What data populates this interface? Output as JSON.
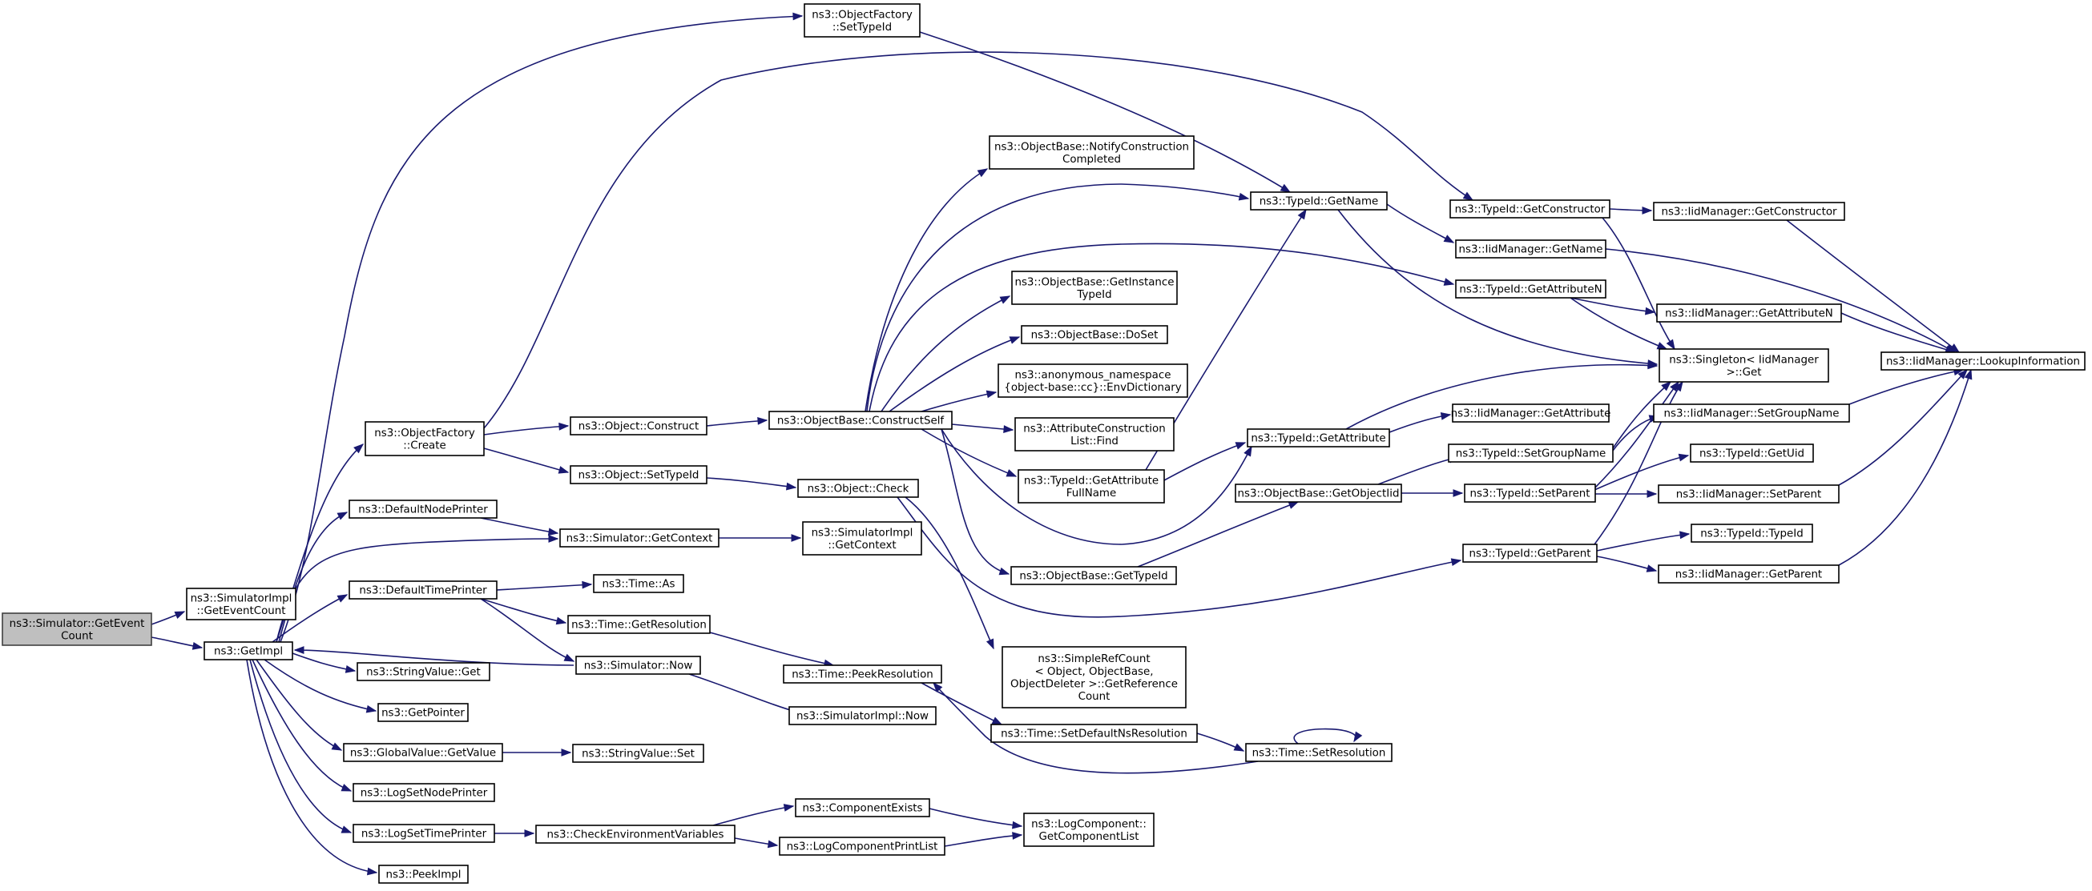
{
  "graph": {
    "nodes": [
      {
        "id": "getEventCount",
        "lines": [
          "ns3::Simulator::GetEvent",
          "Count"
        ]
      },
      {
        "id": "simImplGetEventCount",
        "lines": [
          "ns3::SimulatorImpl",
          "::GetEventCount"
        ]
      },
      {
        "id": "getImpl",
        "lines": [
          "ns3::GetImpl"
        ]
      },
      {
        "id": "objFactorySetTypeId",
        "lines": [
          "ns3::ObjectFactory",
          "::SetTypeId"
        ]
      },
      {
        "id": "objFactoryCreate",
        "lines": [
          "ns3::ObjectFactory",
          "::Create"
        ]
      },
      {
        "id": "defaultNodePrinter",
        "lines": [
          "ns3::DefaultNodePrinter"
        ]
      },
      {
        "id": "simGetContext",
        "lines": [
          "ns3::Simulator::GetContext"
        ]
      },
      {
        "id": "defaultTimePrinter",
        "lines": [
          "ns3::DefaultTimePrinter"
        ]
      },
      {
        "id": "stringValueGet",
        "lines": [
          "ns3::StringValue::Get"
        ]
      },
      {
        "id": "getPointer",
        "lines": [
          "ns3::GetPointer"
        ]
      },
      {
        "id": "globalValueGetValue",
        "lines": [
          "ns3::GlobalValue::GetValue"
        ]
      },
      {
        "id": "logSetNodePrinter",
        "lines": [
          "ns3::LogSetNodePrinter"
        ]
      },
      {
        "id": "logSetTimePrinter",
        "lines": [
          "ns3::LogSetTimePrinter"
        ]
      },
      {
        "id": "peekImpl",
        "lines": [
          "ns3::PeekImpl"
        ]
      },
      {
        "id": "objectConstruct",
        "lines": [
          "ns3::Object::Construct"
        ]
      },
      {
        "id": "objectSetTypeId",
        "lines": [
          "ns3::Object::SetTypeId"
        ]
      },
      {
        "id": "simImplGetContext",
        "lines": [
          "ns3::SimulatorImpl",
          "::GetContext"
        ]
      },
      {
        "id": "timeAs",
        "lines": [
          "ns3::Time::As"
        ]
      },
      {
        "id": "timeGetResolution",
        "lines": [
          "ns3::Time::GetResolution"
        ]
      },
      {
        "id": "simNow",
        "lines": [
          "ns3::Simulator::Now"
        ]
      },
      {
        "id": "stringValueSet",
        "lines": [
          "ns3::StringValue::Set"
        ]
      },
      {
        "id": "checkEnvVars",
        "lines": [
          "ns3::CheckEnvironmentVariables"
        ]
      },
      {
        "id": "objBaseConstructSelf",
        "lines": [
          "ns3::ObjectBase::ConstructSelf"
        ]
      },
      {
        "id": "objectCheck",
        "lines": [
          "ns3::Object::Check"
        ]
      },
      {
        "id": "timePeekResolution",
        "lines": [
          "ns3::Time::PeekResolution"
        ]
      },
      {
        "id": "simImplNow",
        "lines": [
          "ns3::SimulatorImpl::Now"
        ]
      },
      {
        "id": "componentExists",
        "lines": [
          "ns3::ComponentExists"
        ]
      },
      {
        "id": "logComponentPrintList",
        "lines": [
          "ns3::LogComponentPrintList"
        ]
      },
      {
        "id": "objBaseNotifyConstruction",
        "lines": [
          "ns3::ObjectBase::NotifyConstruction",
          "Completed"
        ]
      },
      {
        "id": "objBaseGetInstanceTypeId",
        "lines": [
          "ns3::ObjectBase::GetInstance",
          "TypeId"
        ]
      },
      {
        "id": "objBaseDoSet",
        "lines": [
          "ns3::ObjectBase::DoSet"
        ]
      },
      {
        "id": "anonEnvDictionary",
        "lines": [
          "ns3::anonymous_namespace",
          "{object-base::cc}::EnvDictionary"
        ]
      },
      {
        "id": "attrConstructionListFind",
        "lines": [
          "ns3::AttributeConstruction",
          "List::Find"
        ]
      },
      {
        "id": "typeIdGetAttributeFullName",
        "lines": [
          "ns3::TypeId::GetAttribute",
          "FullName"
        ]
      },
      {
        "id": "objBaseGetTypeId",
        "lines": [
          "ns3::ObjectBase::GetTypeId"
        ]
      },
      {
        "id": "simpleRefCountGetRef",
        "lines": [
          "ns3::SimpleRefCount",
          "< Object, ObjectBase,",
          "ObjectDeleter >::GetReference",
          "Count"
        ]
      },
      {
        "id": "timeSetDefaultNsRes",
        "lines": [
          "ns3::Time::SetDefaultNsResolution"
        ]
      },
      {
        "id": "logComponentGetList",
        "lines": [
          "ns3::LogComponent::",
          "GetComponentList"
        ]
      },
      {
        "id": "typeIdGetName",
        "lines": [
          "ns3::TypeId::GetName"
        ]
      },
      {
        "id": "typeIdGetAttribute",
        "lines": [
          "ns3::TypeId::GetAttribute"
        ]
      },
      {
        "id": "objBaseGetObjectIid",
        "lines": [
          "ns3::ObjectBase::GetObjectIid"
        ]
      },
      {
        "id": "timeSetResolution",
        "lines": [
          "ns3::Time::SetResolution"
        ]
      },
      {
        "id": "typeIdGetConstructor",
        "lines": [
          "ns3::TypeId::GetConstructor"
        ]
      },
      {
        "id": "iidGetName",
        "lines": [
          "ns3::IidManager::GetName"
        ]
      },
      {
        "id": "typeIdGetAttributeN",
        "lines": [
          "ns3::TypeId::GetAttributeN"
        ]
      },
      {
        "id": "iidGetAttribute",
        "lines": [
          "ns3::IidManager::GetAttribute"
        ]
      },
      {
        "id": "typeIdSetGroupName",
        "lines": [
          "ns3::TypeId::SetGroupName"
        ]
      },
      {
        "id": "typeIdSetParent",
        "lines": [
          "ns3::TypeId::SetParent"
        ]
      },
      {
        "id": "typeIdGetParent",
        "lines": [
          "ns3::TypeId::GetParent"
        ]
      },
      {
        "id": "iidGetConstructor",
        "lines": [
          "ns3::IidManager::GetConstructor"
        ]
      },
      {
        "id": "iidGetAttributeN",
        "lines": [
          "ns3::IidManager::GetAttributeN"
        ]
      },
      {
        "id": "singletonGet",
        "lines": [
          "ns3::Singleton< IidManager",
          ">::Get"
        ]
      },
      {
        "id": "iidSetGroupName",
        "lines": [
          "ns3::IidManager::SetGroupName"
        ]
      },
      {
        "id": "typeIdGetUid",
        "lines": [
          "ns3::TypeId::GetUid"
        ]
      },
      {
        "id": "iidSetParent",
        "lines": [
          "ns3::IidManager::SetParent"
        ]
      },
      {
        "id": "typeIdTypeId",
        "lines": [
          "ns3::TypeId::TypeId"
        ]
      },
      {
        "id": "iidGetParent",
        "lines": [
          "ns3::IidManager::GetParent"
        ]
      },
      {
        "id": "iidLookupInformation",
        "lines": [
          "ns3::IidManager::LookupInformation"
        ]
      }
    ]
  }
}
